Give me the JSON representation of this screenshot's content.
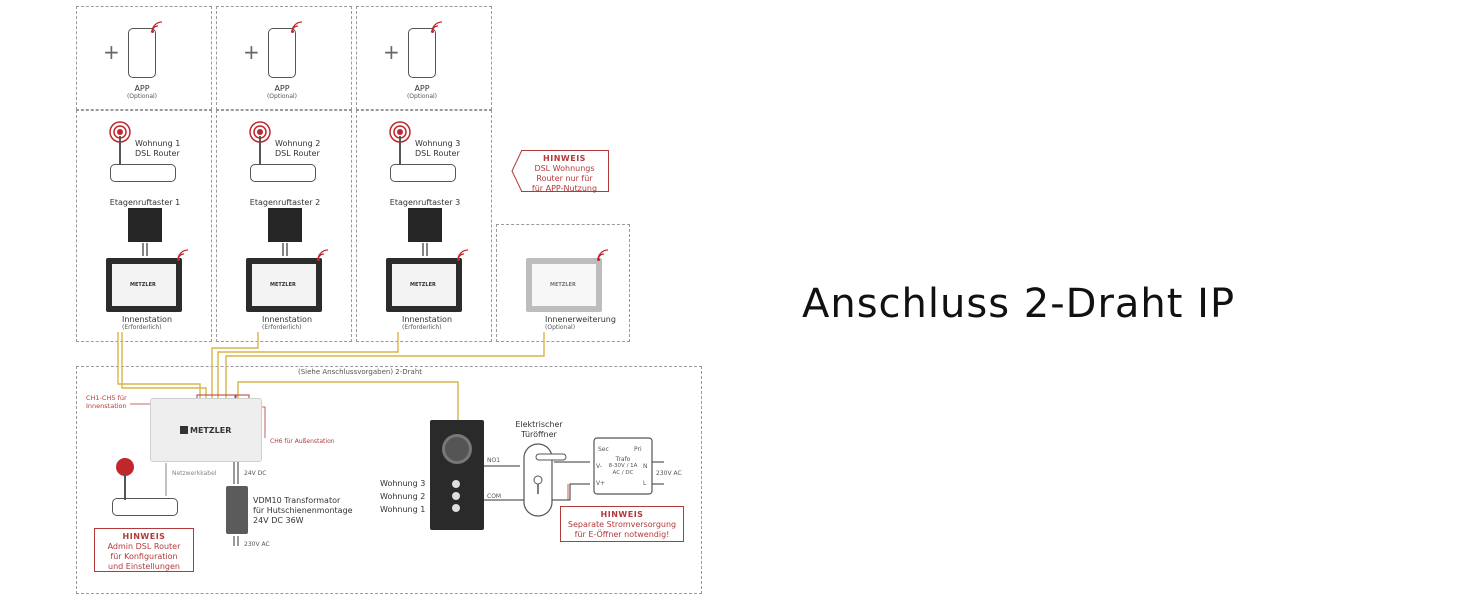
{
  "title": "Anschluss 2-Draht IP",
  "units": [
    {
      "app_label": "APP",
      "app_sub": "(Optional)",
      "router_label": "Wohnung 1",
      "router_sub": "DSL Router",
      "floor_btn": "Etagenruftaster 1",
      "station_label": "Innenstation",
      "station_sub": "(Erforderlich)",
      "logo": "METZLER"
    },
    {
      "app_label": "APP",
      "app_sub": "(Optional)",
      "router_label": "Wohnung 2",
      "router_sub": "DSL Router",
      "floor_btn": "Etagenruftaster 2",
      "station_label": "Innenstation",
      "station_sub": "(Erforderlich)",
      "logo": "METZLER"
    },
    {
      "app_label": "APP",
      "app_sub": "(Optional)",
      "router_label": "Wohnung 3",
      "router_sub": "DSL Router",
      "floor_btn": "Etagenruftaster 3",
      "station_label": "Innenstation",
      "station_sub": "(Erforderlich)",
      "logo": "METZLER"
    }
  ],
  "extension": {
    "label": "Innenerweiterung",
    "sub": "(Optional)",
    "logo": "METZLER"
  },
  "hint_top": {
    "title": "HINWEIS",
    "lines": [
      "DSL Wohnungs",
      "Router nur für",
      "für APP-Nutzung"
    ]
  },
  "hint_admin": {
    "title": "HINWEIS",
    "lines": [
      "Admin DSL Router",
      "für Konfiguration",
      "und Einstellungen"
    ]
  },
  "hint_power": {
    "title": "HINWEIS",
    "lines": [
      "Separate Stromversorgung",
      "für E-Öffner notwendig!"
    ]
  },
  "controller": {
    "brand": "METZLER",
    "ch_indoor": "CH1-CH5 für Innenstation",
    "ch_outdoor": "CH6 für Außenstation",
    "network": "Netzwerkkabel",
    "dc": "24V DC"
  },
  "wiring_note": "(Siehe Anschlussvorgaben) 2-Draht",
  "transformer": {
    "l1": "VDM10 Transformator",
    "l2": "für Hutschienenmontage",
    "l3": "24V DC 36W",
    "ac": "230V AC"
  },
  "outdoor": {
    "wohnung3": "Wohnung 3",
    "wohnung2": "Wohnung 2",
    "wohnung1": "Wohnung 1",
    "no": "NO1",
    "com": "COM"
  },
  "door_opener": {
    "l1": "Elektrischer",
    "l2": "Türöffner"
  },
  "trafo": {
    "sec": "Sec",
    "pri": "Pri",
    "vminus": "V-",
    "n": "N",
    "vplus": "V+",
    "l": "L",
    "t1": "Trafo",
    "t2": "8-30V / 1A",
    "t3": "AC / DC",
    "ac": "230V AC"
  },
  "colors": {
    "wire": "#d7b54a",
    "hint": "#b33a3a",
    "antenna": "#c0272d"
  }
}
